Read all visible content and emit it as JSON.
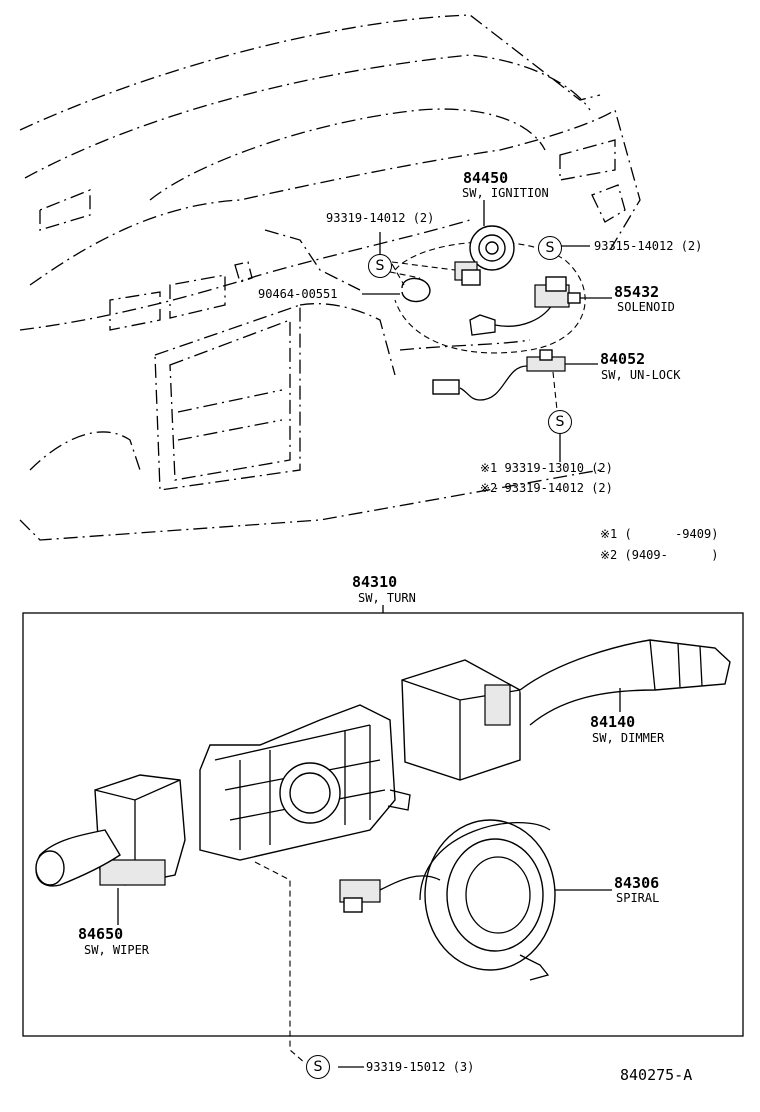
{
  "labels": {
    "ignition": {
      "number": "84450",
      "name": "SW, IGNITION"
    },
    "solenoid": {
      "number": "85432",
      "name": "SOLENOID"
    },
    "unlock": {
      "number": "84052",
      "name": "SW, UN-LOCK"
    },
    "turn": {
      "number": "84310",
      "name": "SW, TURN"
    },
    "dimmer": {
      "number": "84140",
      "name": "SW, DIMMER"
    },
    "spiral": {
      "number": "84306",
      "name": "SPIRAL"
    },
    "wiper": {
      "number": "84650",
      "name": "SW, WIPER"
    }
  },
  "screws": {
    "top_left": "93319-14012 (2)",
    "top_right": "93315-14012 (2)",
    "clip": "90464-00551",
    "note1": "※1 93319-13010 (2)",
    "note2": "※2 93319-14012 (2)",
    "bottom": "93319-15012 (3)"
  },
  "screw_symbol": "S",
  "footnotes": {
    "f1": "※1 (      -9409)",
    "f2": "※2 (9409-      )"
  },
  "diagram_code": "840275-A"
}
